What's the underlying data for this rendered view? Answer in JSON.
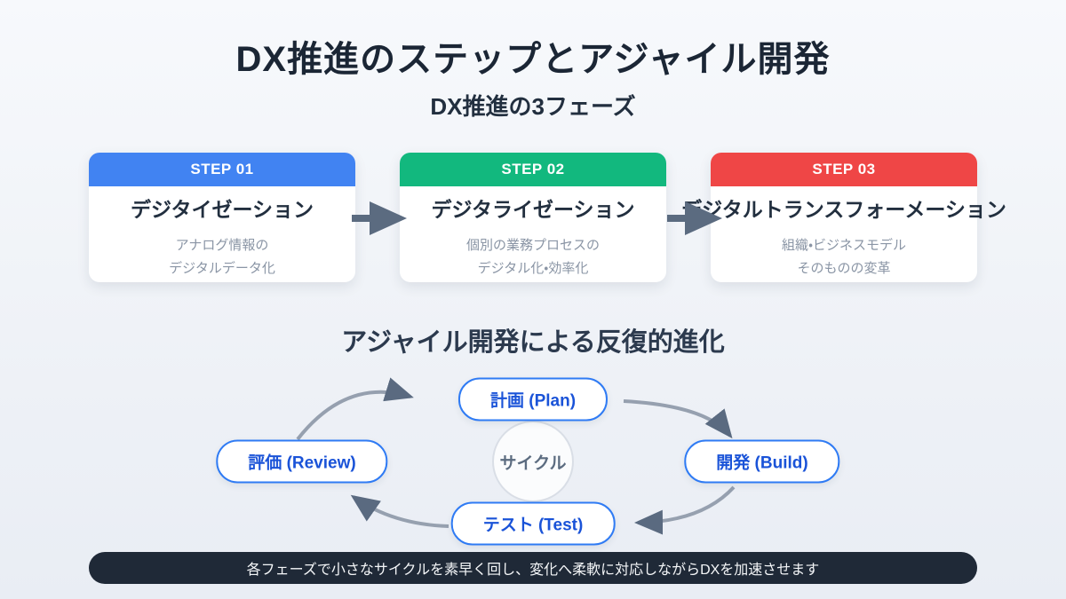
{
  "page": {
    "title": "DX推進のステップとアジャイル開発",
    "subtitle": "DX推進の3フェーズ"
  },
  "steps": [
    {
      "badge": "STEP 01",
      "color": "#4183f2",
      "title": "デジタイゼーション",
      "desc": "アナログ情報の\nデジタルデータ化"
    },
    {
      "badge": "STEP 02",
      "color": "#12b87e",
      "title": "デジタライゼーション",
      "desc": "個別の業務プロセスの\nデジタル化・効率化"
    },
    {
      "badge": "STEP 03",
      "color": "#ef4646",
      "title": "デジタルトランスフォーメーション",
      "desc": "組織・ビジネスモデル\nそのものの変革"
    }
  ],
  "cycle": {
    "section_title": "アジャイル開発による反復的進化",
    "center_label": "サイクル",
    "nodes": [
      {
        "id": "plan",
        "label": "計画 (Plan)"
      },
      {
        "id": "build",
        "label": "開発 (Build)"
      },
      {
        "id": "test",
        "label": "テスト (Test)"
      },
      {
        "id": "review",
        "label": "評価 (Review)"
      }
    ]
  },
  "footer": {
    "note": "各フェーズで小さなサイクルを素早く回し、変化へ柔軟に対応しながらDXを加速させます"
  },
  "colors": {
    "step1_header": "#4183f2",
    "step2_header": "#12b87e",
    "step3_header": "#ef4646",
    "flow_arrow": "#5b6b80",
    "cycle_arc": "#96a0af",
    "pill_border": "#2f7bf4",
    "pill_text": "#1a53d8",
    "footer_bg": "#1f2937"
  }
}
